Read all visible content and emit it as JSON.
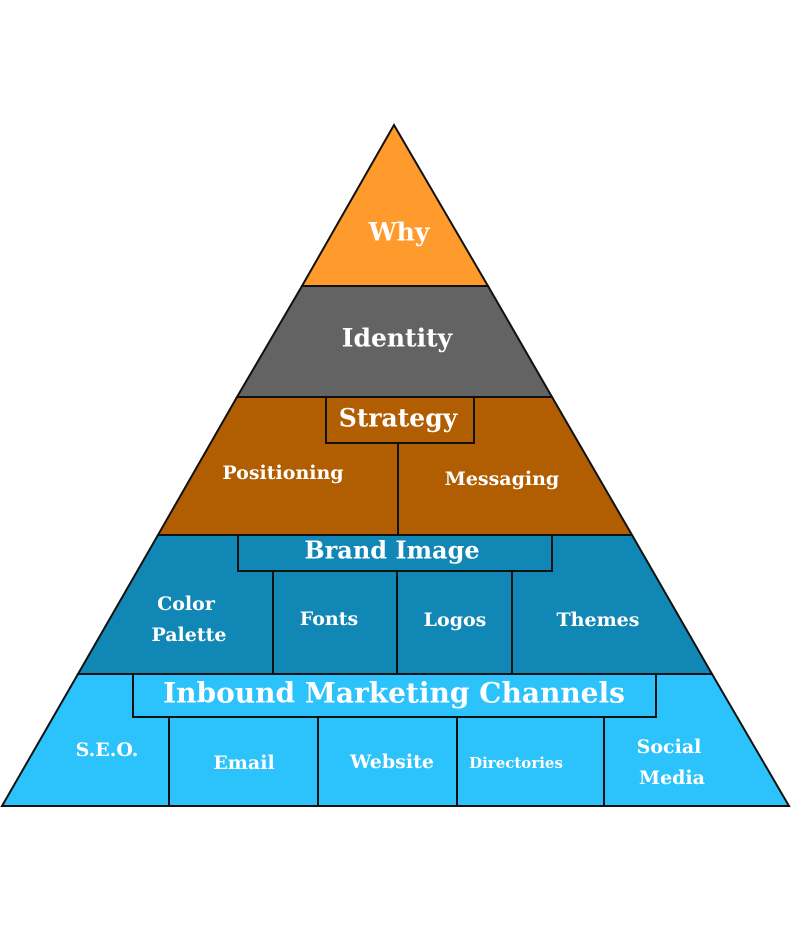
{
  "colors": {
    "why": "#ff9b2d",
    "identity": "#636363",
    "strategy": "#b15d02",
    "brand_image": "#1187b5",
    "channels": "#2cc2fb",
    "outline": "#111111",
    "text": "#ffffff"
  },
  "tiers": {
    "why": {
      "label": "Why"
    },
    "identity": {
      "label": "Identity"
    },
    "strategy": {
      "label": "Strategy",
      "cells": [
        "Positioning",
        "Messaging"
      ]
    },
    "brand_image": {
      "label": "Brand Image",
      "cells": [
        {
          "line1": "Color",
          "line2": "Palette"
        },
        {
          "line1": "Fonts"
        },
        {
          "line1": "Logos"
        },
        {
          "line1": "Themes"
        }
      ]
    },
    "channels": {
      "label": "Inbound Marketing Channels",
      "cells": [
        {
          "line1": "S.E.O."
        },
        {
          "line1": "Email"
        },
        {
          "line1": "Website"
        },
        {
          "line1": "Directories"
        },
        {
          "line1": "Social",
          "line2": "Media"
        }
      ]
    }
  }
}
